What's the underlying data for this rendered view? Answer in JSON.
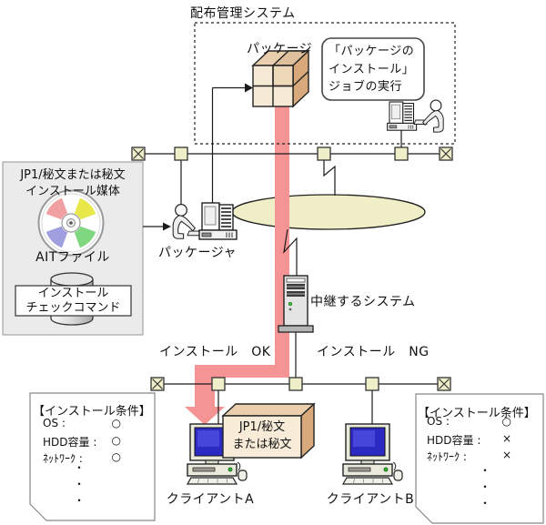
{
  "figure": {
    "title": "配布管理システム",
    "package_label": "パッケージ",
    "job_callout_lines": [
      "「パッケージの",
      "インストール」",
      "ジョブの実行"
    ],
    "media_panel": {
      "name_line1": "JP1/秘文または秘文",
      "name_line2": "インストール媒体",
      "ait_file_label": "AITファイル",
      "command_box_lines": [
        "インストール",
        "チェックコマンド"
      ]
    },
    "packager_label": "パッケージャ",
    "relay_label": "中継するシステム",
    "install_ok_label": "インストール　OK",
    "install_ng_label": "インストール　NG",
    "installed_package_lines": [
      "JP1/秘文",
      "または秘文"
    ],
    "client_a_label": "クライアントA",
    "client_b_label": "クライアントB",
    "conditions_left": {
      "header": "【インストール条件】",
      "rows": [
        {
          "label": "OS :",
          "mark": "○"
        },
        {
          "label": "HDD容量 :",
          "mark": "○"
        },
        {
          "label": "ﾈｯﾄﾜｰｸ :",
          "mark": "○"
        }
      ],
      "dots": [
        "・",
        "・",
        "・"
      ]
    },
    "conditions_right": {
      "header": "【インストール条件】",
      "rows": [
        {
          "label": "OS :",
          "mark": "○"
        },
        {
          "label": "HDD容量 :",
          "mark": "×"
        },
        {
          "label": "ﾈｯﾄﾜｰｸ :",
          "mark": "×"
        }
      ],
      "dots": [
        "・",
        "・",
        "・"
      ]
    },
    "icons": {
      "network_terminator": "crossed-square",
      "network_node": "small-yellow-square",
      "network_cloud": "ellipse",
      "flow_arrow": "thick-pink-bent-arrow",
      "package": "3d-cube-4-cells",
      "media": "cd-disc",
      "ait_store": "database-cylinder",
      "operator": "person-at-workstation",
      "relay": "server-tower",
      "client": "desktop-pc"
    },
    "colors": {
      "flow_arrow_pink": "#f59494",
      "network_node_fill": "#eeeec9",
      "network_cloud_fill": "#f0eec6",
      "package_front": "#f6ead6",
      "package_top": "#e9cfae",
      "package_side": "#d8a97a",
      "media_panel_fill": "#ebebeb",
      "client_screen_blue": "#2b2bc4",
      "cd_pink": "#f0a0a0",
      "cd_yellow": "#e8e84a",
      "cd_blue": "#9f9fe0",
      "cd_green": "#7fd87f"
    }
  }
}
